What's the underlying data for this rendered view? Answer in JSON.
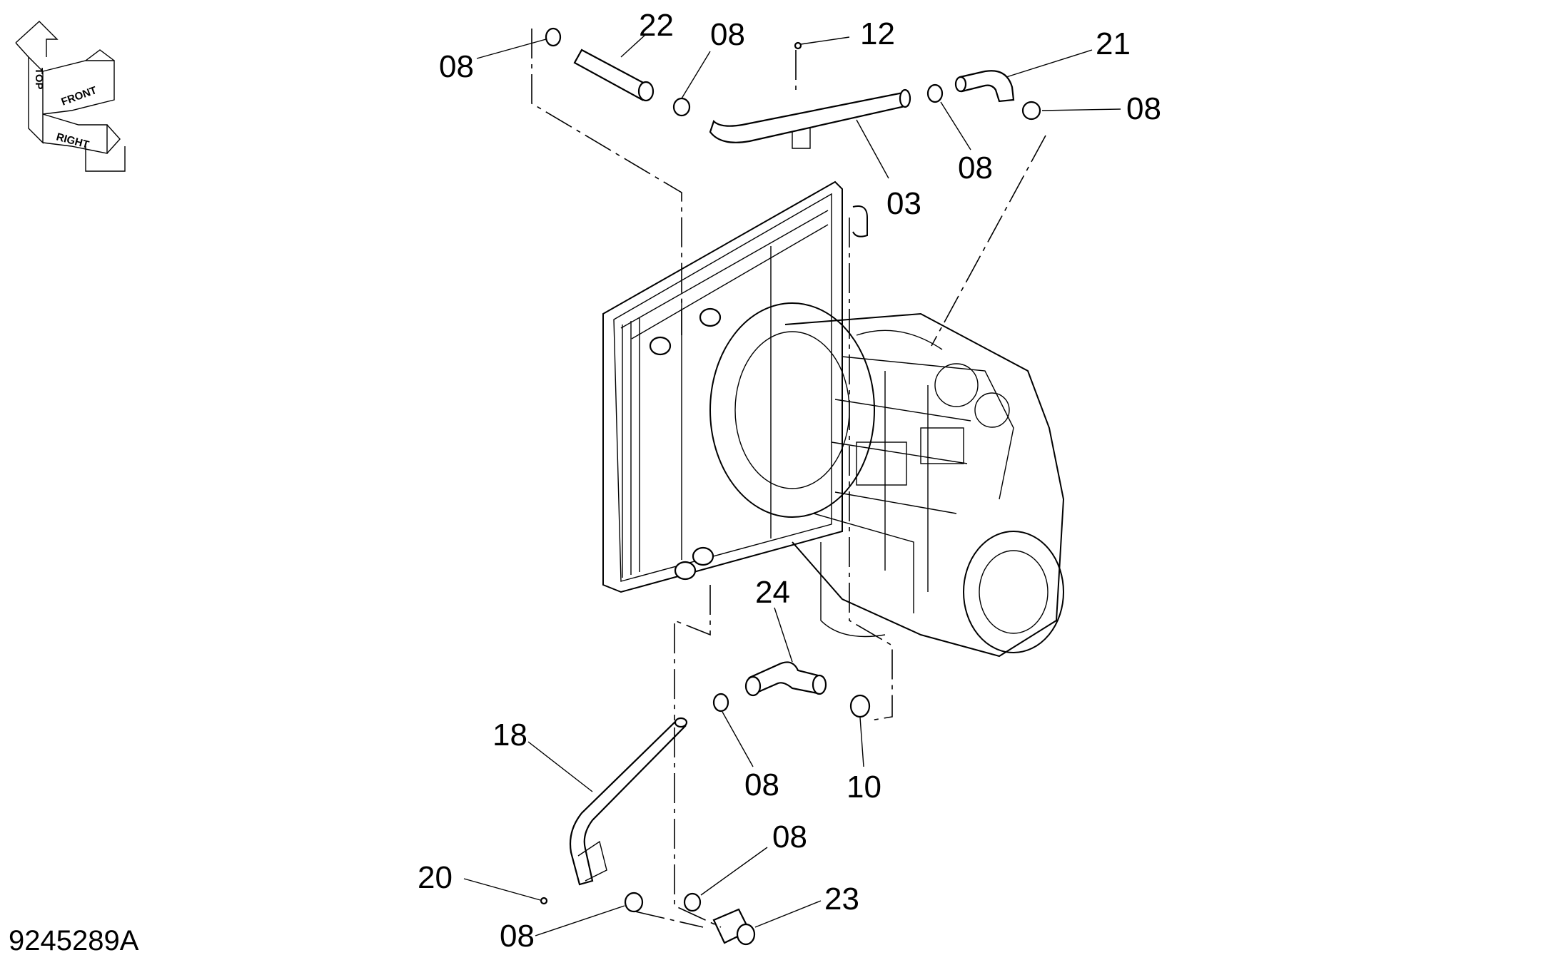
{
  "drawing_ref": "9245289A",
  "orientation": {
    "top": "TOP",
    "front": "FRONT",
    "right": "RIGHT"
  },
  "callouts": [
    {
      "id": "c-08-a",
      "text": "08"
    },
    {
      "id": "c-22",
      "text": "22"
    },
    {
      "id": "c-08-b",
      "text": "08"
    },
    {
      "id": "c-12",
      "text": "12"
    },
    {
      "id": "c-21",
      "text": "21"
    },
    {
      "id": "c-08-c",
      "text": "08"
    },
    {
      "id": "c-08-d",
      "text": "08"
    },
    {
      "id": "c-03",
      "text": "03"
    },
    {
      "id": "c-24",
      "text": "24"
    },
    {
      "id": "c-18",
      "text": "18"
    },
    {
      "id": "c-08-e",
      "text": "08"
    },
    {
      "id": "c-10",
      "text": "10"
    },
    {
      "id": "c-08-f",
      "text": "08"
    },
    {
      "id": "c-20",
      "text": "20"
    },
    {
      "id": "c-23",
      "text": "23"
    },
    {
      "id": "c-08-g",
      "text": "08"
    }
  ]
}
